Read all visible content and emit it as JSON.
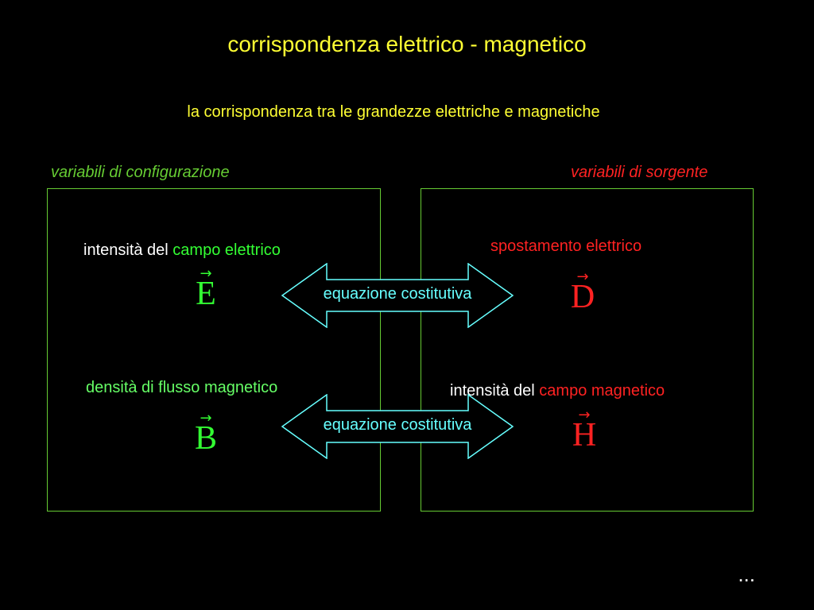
{
  "title": "corrispondenza elettrico - magnetico",
  "subtitle": "la corrispondenza tra le grandezze elettriche e magnetiche",
  "left_column": {
    "label": "variabili di configurazione",
    "label_color": "#66cc33",
    "e_label_prefix": "intensità del ",
    "e_label_highlight": "campo elettrico",
    "e_symbol": "E",
    "b_label": "densità di flusso magnetico",
    "b_symbol": "B",
    "symbol_color": "#33ff33"
  },
  "right_column": {
    "label": "variabili di sorgente",
    "label_color": "#ff2222",
    "d_label": "spostamento elettrico",
    "d_symbol": "D",
    "h_label_prefix": "intensità del ",
    "h_label_highlight": "campo magnetico",
    "h_symbol": "H",
    "symbol_color": "#ff2222"
  },
  "arrows": [
    {
      "label": "equazione costitutiva"
    },
    {
      "label": "equazione costitutiva"
    }
  ],
  "vector_arrow_glyph": "→",
  "ellipsis": "..."
}
